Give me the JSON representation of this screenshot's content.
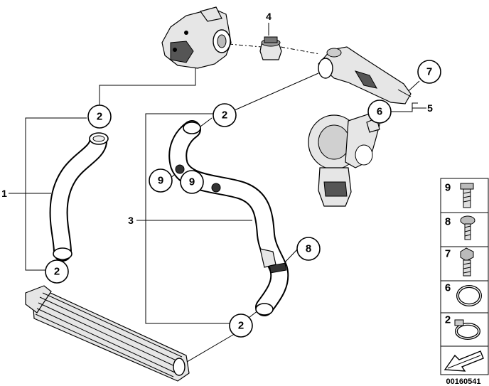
{
  "callouts": {
    "c1": "1",
    "c2a": "2",
    "c2b": "2",
    "c2c": "2",
    "c2d": "2",
    "c3": "3",
    "c4": "4",
    "c5": "5",
    "c6": "6",
    "c7": "7",
    "c8": "8",
    "c9a": "9",
    "c9b": "9"
  },
  "legend": {
    "items": [
      "9",
      "8",
      "7",
      "6",
      "2"
    ]
  },
  "document_number": "00160541"
}
